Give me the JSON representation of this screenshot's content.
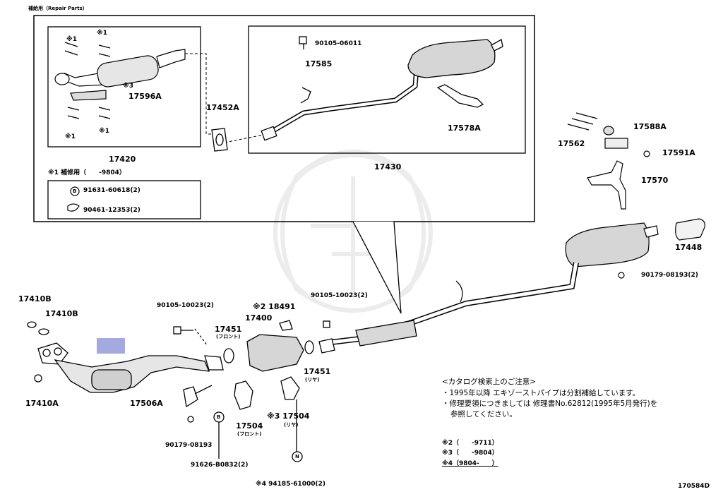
{
  "header": {
    "repair_parts": "補給用（Repair Parts）"
  },
  "kit_labels": {
    "assy_front": "17420",
    "assy_rear": "17430",
    "gasket_joint": "17452A",
    "note_sub": "※1 補修用（　　-9804）",
    "bolt_kit": "91631-60618(2)",
    "clip_kit": "90461-12353(2)",
    "mark1a": "※1",
    "mark1b": "※1",
    "mark1c": "※1",
    "mark1d": "※1",
    "mark3": "※3",
    "heat_ins": "17596A",
    "bolt_top": "90105-06011",
    "sensor_lead": "17585",
    "bracket_a": "17578A"
  },
  "right_parts": {
    "p17588A": "17588A",
    "p17562": "17562",
    "p17591A": "17591A",
    "p17570": "17570",
    "p17448": "17448",
    "p90179_right": "90179-08193(2)"
  },
  "main_parts": {
    "p17410B_1": "17410B",
    "p17410B_2": "17410B",
    "p17410A": "17410A",
    "bolt_90105_left": "90105-10023(2)",
    "p17451_front": "17451",
    "front_tag": "(フロント)",
    "p17400": "17400",
    "mark2_18491": "※2 18491",
    "bolt_90105_right": "90105-10023(2)",
    "p17451_rear": "17451",
    "rear_tag": "(リヤ)",
    "p17506A": "17506A",
    "p17504_front": "17504",
    "front_tag2": "(フロント)",
    "p17504_rear": "※3 17504",
    "rear_tag2": "(リヤ)",
    "p90179_left": "90179-08193",
    "p91626": "91626-B0832(2)",
    "p94185": "※4 94185-61000(2)",
    "circle_b1": "B",
    "circle_b2": "B",
    "circle_n": "N"
  },
  "notes": {
    "title": "<カタログ検索上のご注意>",
    "line1": "・1995年以降 エキゾーストパイプは分割補給しています。",
    "line2": "・修理要領につきましては 修理書No.62812(1995年5月発行)を",
    "line3": "参照してください。"
  },
  "legend": {
    "r2": "※2（　　-9711）",
    "r3": "※3（　　-9804）",
    "r4": "※4（9804-　　）"
  },
  "diagram_id": "170584D"
}
